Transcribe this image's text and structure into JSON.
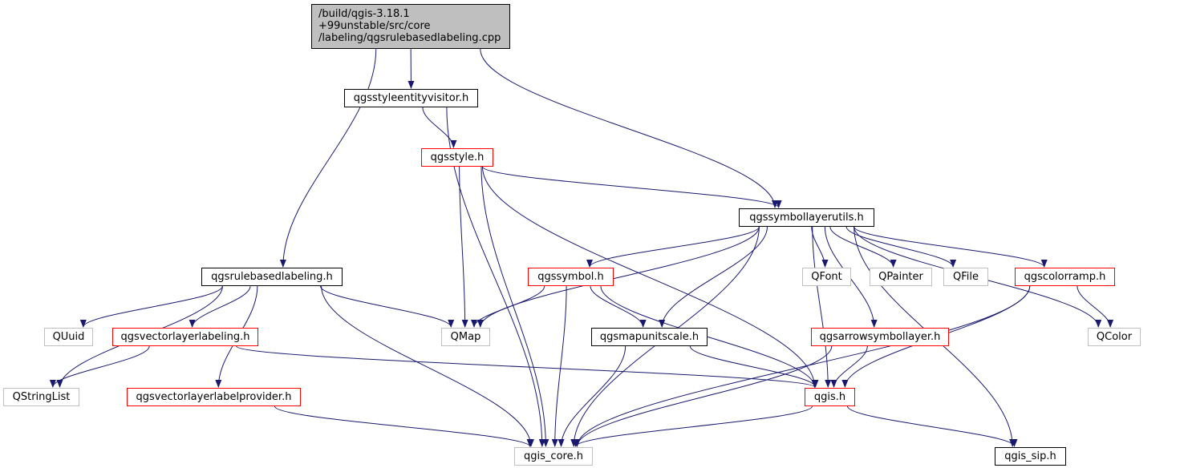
{
  "graph": {
    "root_lines": [
      "/build/qgis-3.18.1",
      "+99unstable/src/core",
      "/labeling/qgsrulebasedlabeling.cpp"
    ],
    "edge_color": "#191970",
    "nodes": {
      "qgsstyleentityvisitor": "qgsstyleentityvisitor.h",
      "qgsstyle": "qgsstyle.h",
      "qgssymbollayerutils": "qgssymbollayerutils.h",
      "qgsrulebasedlabeling": "qgsrulebasedlabeling.h",
      "qgssymbol": "qgssymbol.h",
      "qfont": "QFont",
      "qpainter": "QPainter",
      "qfile": "QFile",
      "qgscolorramp": "qgscolorramp.h",
      "quuid": "QUuid",
      "qgsvectorlayerlabeling": "qgsvectorlayerlabeling.h",
      "qmap": "QMap",
      "qgsmapunitscale": "qgsmapunitscale.h",
      "qgsarrowsymbollayer": "qgsarrowsymbollayer.h",
      "qcolor": "QColor",
      "qstringlist": "QStringList",
      "qgsvectorlayerlabelprovider": "qgsvectorlayerlabelprovider.h",
      "qgis": "qgis.h",
      "qgis_core": "qgis_core.h",
      "qgis_sip": "qgis_sip.h"
    },
    "edges": [
      [
        "root",
        "qgsstyleentityvisitor"
      ],
      [
        "root",
        "qgssymbollayerutils"
      ],
      [
        "root",
        "qgsrulebasedlabeling"
      ],
      [
        "qgsstyleentityvisitor",
        "qgsstyle"
      ],
      [
        "qgsstyleentityvisitor",
        "qgis_core"
      ],
      [
        "qgsstyle",
        "qgssymbollayerutils"
      ],
      [
        "qgsstyle",
        "qmap"
      ],
      [
        "qgsstyle",
        "qgis"
      ],
      [
        "qgsstyle",
        "qgis_core"
      ],
      [
        "qgssymbollayerutils",
        "qgssymbol"
      ],
      [
        "qgssymbollayerutils",
        "qfont"
      ],
      [
        "qgssymbollayerutils",
        "qpainter"
      ],
      [
        "qgssymbollayerutils",
        "qfile"
      ],
      [
        "qgssymbollayerutils",
        "qgscolorramp"
      ],
      [
        "qgssymbollayerutils",
        "qmap"
      ],
      [
        "qgssymbollayerutils",
        "qgsmapunitscale"
      ],
      [
        "qgssymbollayerutils",
        "qgsarrowsymbollayer"
      ],
      [
        "qgssymbollayerutils",
        "qcolor"
      ],
      [
        "qgssymbollayerutils",
        "qgis"
      ],
      [
        "qgssymbollayerutils",
        "qgis_sip"
      ],
      [
        "qgssymbollayerutils",
        "qgis_core"
      ],
      [
        "qgsrulebasedlabeling",
        "quuid"
      ],
      [
        "qgsrulebasedlabeling",
        "qgsvectorlayerlabeling"
      ],
      [
        "qgsrulebasedlabeling",
        "qmap"
      ],
      [
        "qgsrulebasedlabeling",
        "qstringlist"
      ],
      [
        "qgsrulebasedlabeling",
        "qgsvectorlayerlabelprovider"
      ],
      [
        "qgsrulebasedlabeling",
        "qgis_core"
      ],
      [
        "qgssymbol",
        "qmap"
      ],
      [
        "qgssymbol",
        "qgsmapunitscale"
      ],
      [
        "qgssymbol",
        "qgis"
      ],
      [
        "qgssymbol",
        "qgis_core"
      ],
      [
        "qgscolorramp",
        "qcolor"
      ],
      [
        "qgscolorramp",
        "qgis"
      ],
      [
        "qgscolorramp",
        "qgis_core"
      ],
      [
        "qgsvectorlayerlabeling",
        "qstringlist"
      ],
      [
        "qgsvectorlayerlabeling",
        "qgis"
      ],
      [
        "qgsmapunitscale",
        "qgis"
      ],
      [
        "qgsmapunitscale",
        "qgis_core"
      ],
      [
        "qgsarrowsymbollayer",
        "qgis"
      ],
      [
        "qgsarrowsymbollayer",
        "qgis_core"
      ],
      [
        "qgsvectorlayerlabelprovider",
        "qgis_core"
      ],
      [
        "qgis",
        "qgis_core"
      ],
      [
        "qgis",
        "qgis_sip"
      ]
    ]
  }
}
